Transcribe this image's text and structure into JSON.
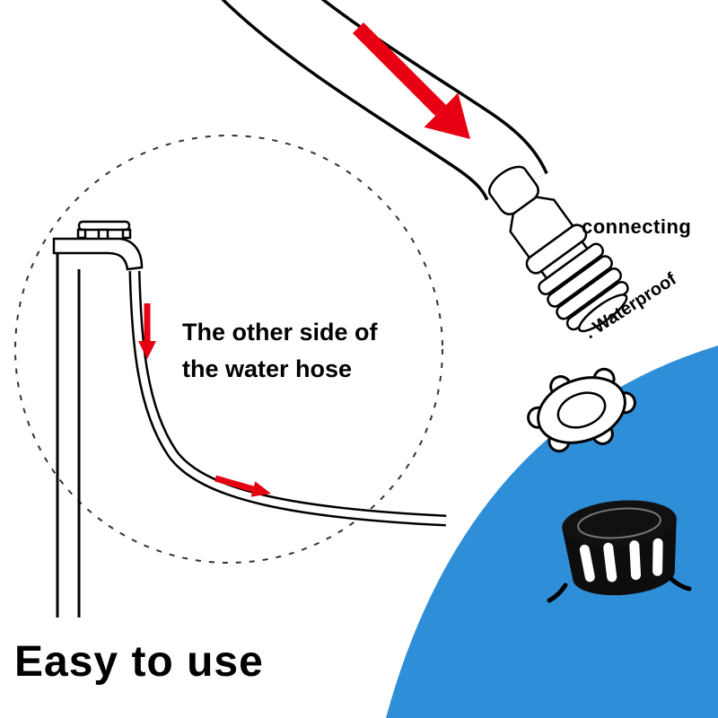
{
  "labels": {
    "connecting": "connecting",
    "waterproof": ". Waterproof",
    "hose_note_line1": "The other side of",
    "hose_note_line2": "the water hose",
    "easy_to_use": "Easy to use"
  },
  "colors": {
    "red": "#e60012",
    "blue": "#2e8fd8",
    "ink": "#000000",
    "bg": "#ffffff"
  },
  "icons": {
    "flow_arrow": "red arrow showing hose insert direction",
    "down_arrow": "small red arrow pointing down along faucet hose",
    "right_arrow": "small red arrow pointing right along hose",
    "faucet": "water tap with pipe",
    "connector": "quick-connect threaded hose fitting",
    "gasket": "waterproof rubber washer",
    "cap": "threaded hose cap on pool wall"
  }
}
